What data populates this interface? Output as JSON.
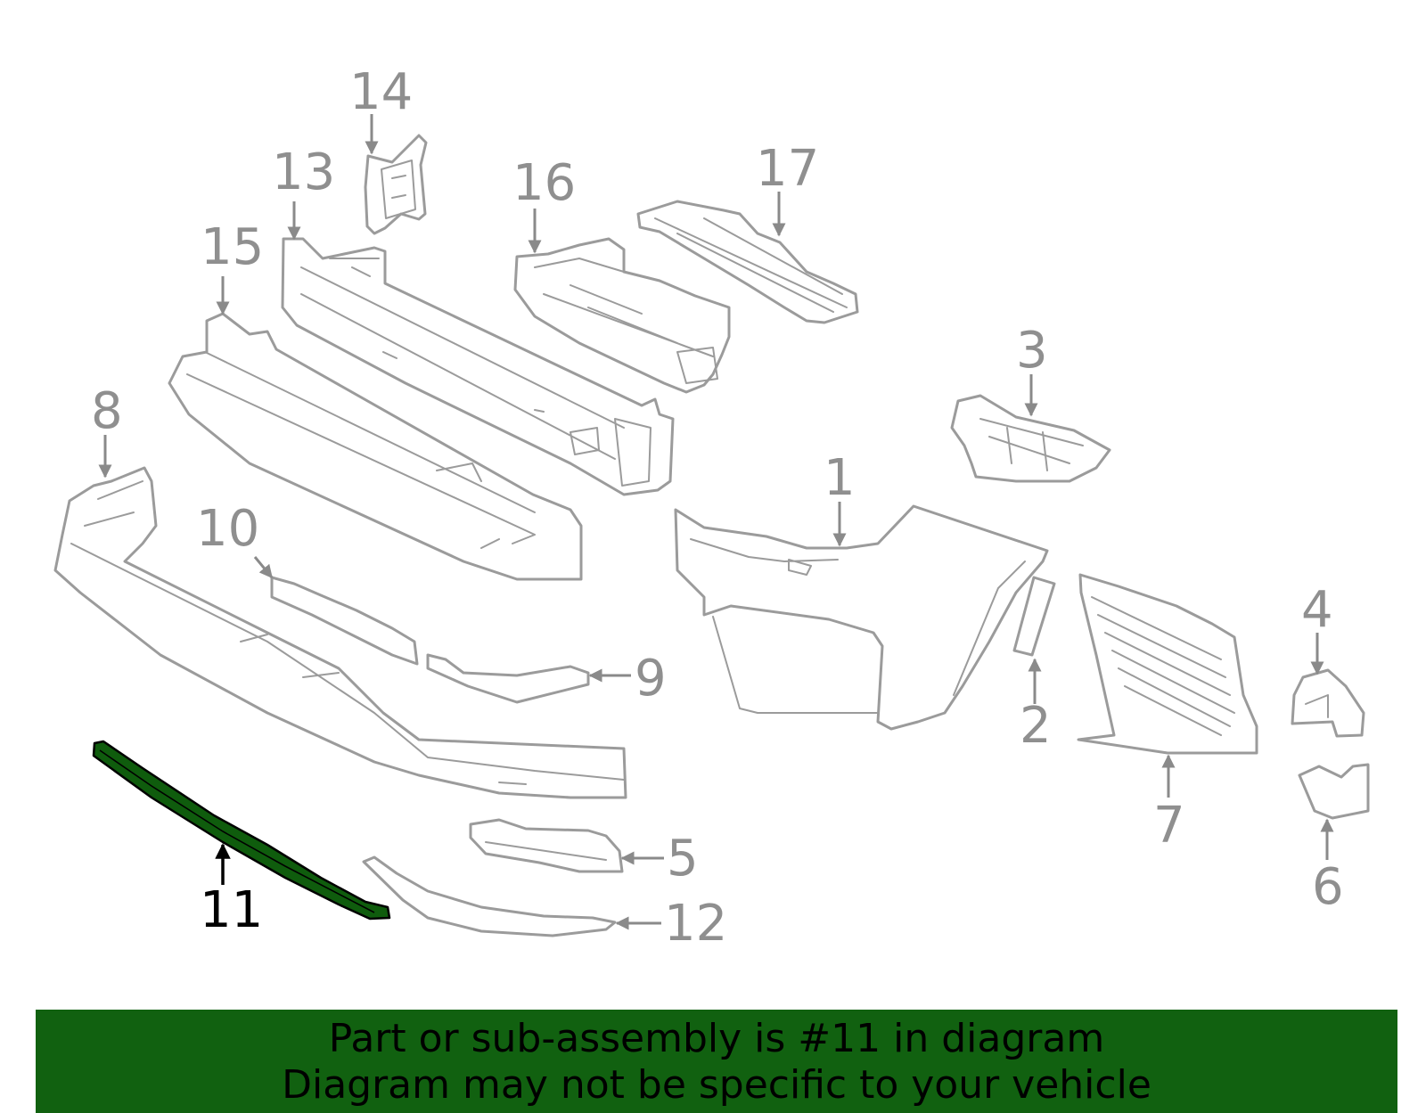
{
  "callouts": [
    {
      "n": "1"
    },
    {
      "n": "2"
    },
    {
      "n": "3"
    },
    {
      "n": "4"
    },
    {
      "n": "5"
    },
    {
      "n": "6"
    },
    {
      "n": "7"
    },
    {
      "n": "8"
    },
    {
      "n": "9"
    },
    {
      "n": "10"
    },
    {
      "n": "11"
    },
    {
      "n": "12"
    },
    {
      "n": "13"
    },
    {
      "n": "14"
    },
    {
      "n": "15"
    },
    {
      "n": "16"
    },
    {
      "n": "17"
    }
  ],
  "highlighted_part": "11",
  "colors": {
    "highlight": "#0f5c0d",
    "banner": "#116110",
    "line": "#9b9b9b"
  },
  "banner": {
    "line1": "Part or sub-assembly is #11 in diagram",
    "line2": "Diagram may not be specific to your vehicle"
  }
}
